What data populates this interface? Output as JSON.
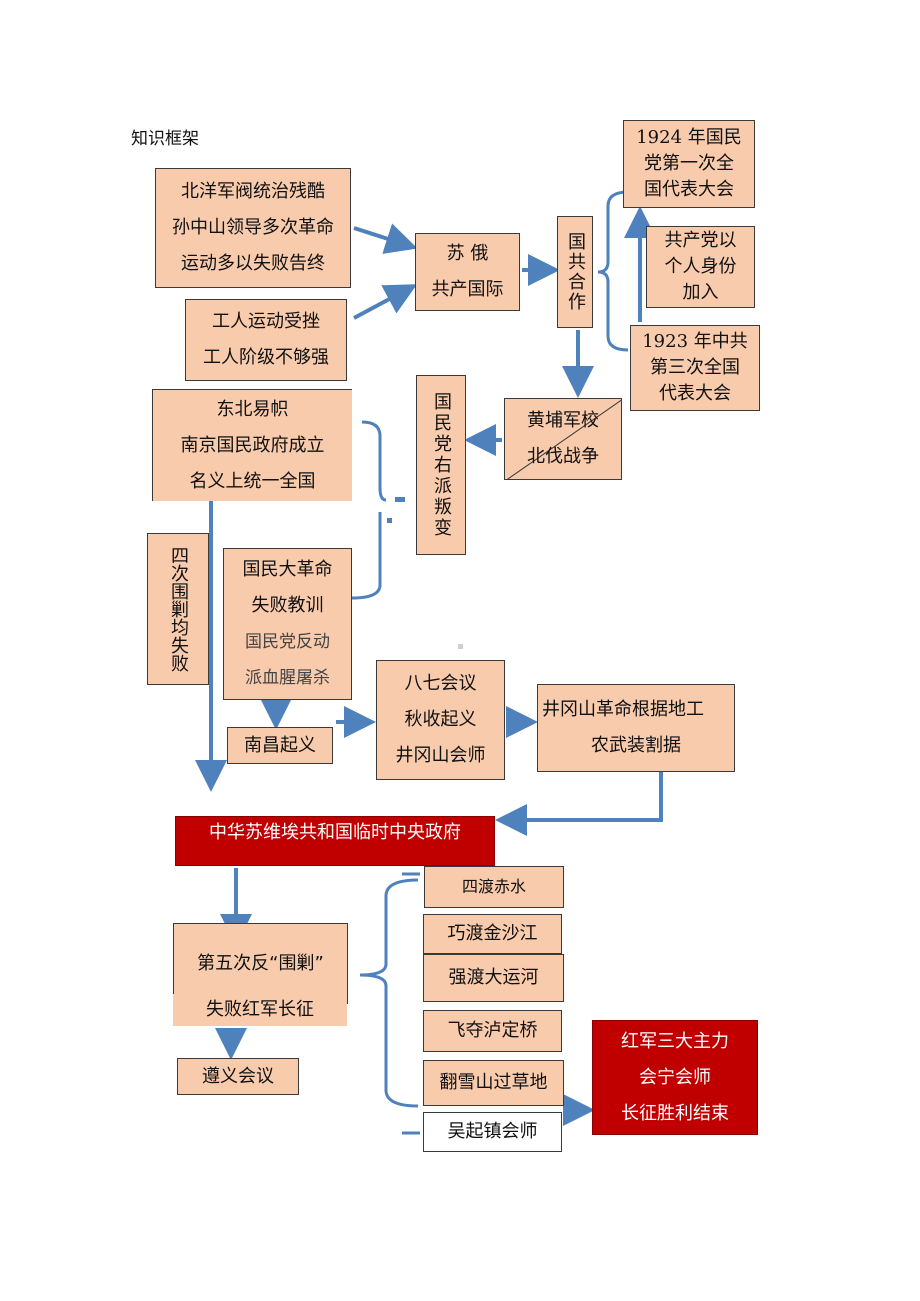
{
  "title": "知识框架",
  "boxes": {
    "beiyang": [
      "北洋军阀统治残酷",
      "孙中山领导多次革命",
      "运动多以失败告终"
    ],
    "worker": [
      "工人运动受挫",
      "工人阶级不够强"
    ],
    "sue": [
      "苏  俄",
      "共产国际"
    ],
    "guogong": "国共合作",
    "kmt1924": [
      "1924  年国民",
      "党第一次全",
      "国代表大会"
    ],
    "cpc_join": [
      "共产党以",
      "个人身份",
      "加入"
    ],
    "cpc1923": [
      "1923  年中共",
      "第三次全国",
      "代表大会"
    ],
    "huangpu": [
      "黄埔军校",
      "北伐战争"
    ],
    "kmt_right": "国民党右派叛变",
    "dongbei": [
      "东北易帜",
      "南京国民政府成立",
      "名义上统一全国"
    ],
    "sici": "四次围剿均失败",
    "lesson": [
      "国民大革命",
      "失败教训",
      "国民党反动",
      "派血腥屠杀"
    ],
    "nanchang": "南昌起义",
    "baqi": [
      "八七会议",
      "秋收起义",
      "井冈山会师"
    ],
    "jinggang": [
      "井冈山革命根据地工",
      "农武装割据"
    ],
    "soviet": "中华苏维埃共和国临时中央政府",
    "fifth": [
      "第五次反“围剿”",
      "失败红军长征"
    ],
    "zunyi": "遵义会议",
    "march": [
      "四渡赤水",
      "巧渡金沙江",
      "强渡大运河",
      "飞夺泸定桥",
      "翻雪山过草地",
      "吴起镇会师"
    ],
    "victory": [
      "红军三大主力",
      "会宁会师",
      "长征胜利结束"
    ]
  },
  "colors": {
    "box_fill": "#f8cbad",
    "arrow": "#4f81bd",
    "red_fill": "#c00000"
  }
}
